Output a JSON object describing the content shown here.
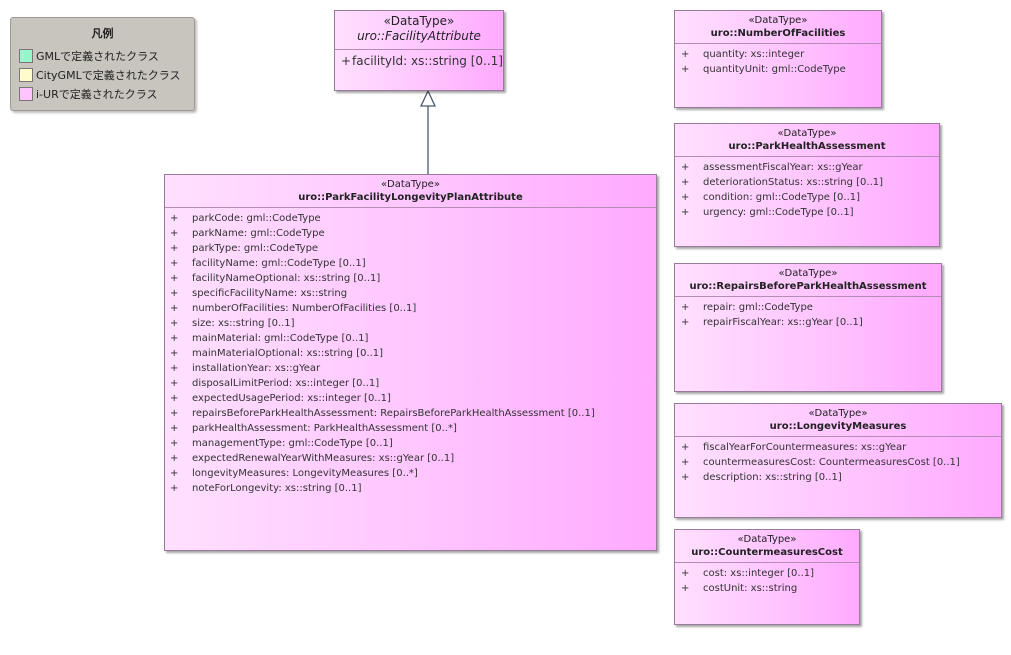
{
  "legend": {
    "title": "凡例",
    "items": [
      {
        "label": "GMLで定義されたクラス",
        "color": "#99f5cc"
      },
      {
        "label": "CityGMLで定義されたクラス",
        "color": "#fffccc"
      },
      {
        "label": "i-URで定義されたクラス",
        "color": "#ffc4ff"
      }
    ]
  },
  "classes": {
    "facility_attribute": {
      "stereotype": "«DataType»",
      "name": "uro::FacilityAttribute",
      "attributes": [
        {
          "vis": "+",
          "text": "facilityId: xs::string [0..1]"
        }
      ]
    },
    "number_of_facilities": {
      "stereotype": "«DataType»",
      "name": "uro::NumberOfFacilities",
      "attributes": [
        {
          "vis": "+",
          "text": "quantity: xs::integer"
        },
        {
          "vis": "+",
          "text": "quantityUnit: gml::CodeType"
        }
      ]
    },
    "park_health_assessment": {
      "stereotype": "«DataType»",
      "name": "uro::ParkHealthAssessment",
      "attributes": [
        {
          "vis": "+",
          "text": "assessmentFiscalYear: xs::gYear"
        },
        {
          "vis": "+",
          "text": "deteriorationStatus: xs::string [0..1]"
        },
        {
          "vis": "+",
          "text": "condition: gml::CodeType [0..1]"
        },
        {
          "vis": "+",
          "text": "urgency: gml::CodeType [0..1]"
        }
      ]
    },
    "repairs_before": {
      "stereotype": "«DataType»",
      "name": "uro::RepairsBeforeParkHealthAssessment",
      "attributes": [
        {
          "vis": "+",
          "text": "repair: gml::CodeType"
        },
        {
          "vis": "+",
          "text": "repairFiscalYear: xs::gYear [0..1]"
        }
      ]
    },
    "longevity_measures": {
      "stereotype": "«DataType»",
      "name": "uro::LongevityMeasures",
      "attributes": [
        {
          "vis": "+",
          "text": "fiscalYearForCountermeasures: xs::gYear"
        },
        {
          "vis": "+",
          "text": "countermeasuresCost: CountermeasuresCost [0..1]"
        },
        {
          "vis": "+",
          "text": "description: xs::string [0..1]"
        }
      ]
    },
    "countermeasures_cost": {
      "stereotype": "«DataType»",
      "name": "uro::CountermeasuresCost",
      "attributes": [
        {
          "vis": "+",
          "text": "cost: xs::integer [0..1]"
        },
        {
          "vis": "+",
          "text": "costUnit: xs::string"
        }
      ]
    },
    "park_facility_plan": {
      "stereotype": "«DataType»",
      "name": "uro::ParkFacilityLongevityPlanAttribute",
      "attributes": [
        {
          "vis": "+",
          "text": "parkCode: gml::CodeType"
        },
        {
          "vis": "+",
          "text": "parkName: gml::CodeType"
        },
        {
          "vis": "+",
          "text": "parkType: gml::CodeType"
        },
        {
          "vis": "+",
          "text": "facilityName: gml::CodeType [0..1]"
        },
        {
          "vis": "+",
          "text": "facilityNameOptional: xs::string [0..1]"
        },
        {
          "vis": "+",
          "text": "specificFacilityName: xs::string"
        },
        {
          "vis": "+",
          "text": "numberOfFacilities: NumberOfFacilities [0..1]"
        },
        {
          "vis": "+",
          "text": "size: xs::string [0..1]"
        },
        {
          "vis": "+",
          "text": "mainMaterial: gml::CodeType [0..1]"
        },
        {
          "vis": "+",
          "text": "mainMaterialOptional: xs::string [0..1]"
        },
        {
          "vis": "+",
          "text": "installationYear: xs::gYear"
        },
        {
          "vis": "+",
          "text": "disposalLimitPeriod: xs::integer [0..1]"
        },
        {
          "vis": "+",
          "text": "expectedUsagePeriod: xs::integer [0..1]"
        },
        {
          "vis": "+",
          "text": "repairsBeforeParkHealthAssessment: RepairsBeforeParkHealthAssessment [0..1]"
        },
        {
          "vis": "+",
          "text": "parkHealthAssessment: ParkHealthAssessment [0..*]"
        },
        {
          "vis": "+",
          "text": "managementType: gml::CodeType [0..1]"
        },
        {
          "vis": "+",
          "text": "expectedRenewalYearWithMeasures: xs::gYear [0..1]"
        },
        {
          "vis": "+",
          "text": "longevityMeasures: LongevityMeasures [0..*]"
        },
        {
          "vis": "+",
          "text": "noteForLongevity: xs::string [0..1]"
        }
      ]
    }
  }
}
